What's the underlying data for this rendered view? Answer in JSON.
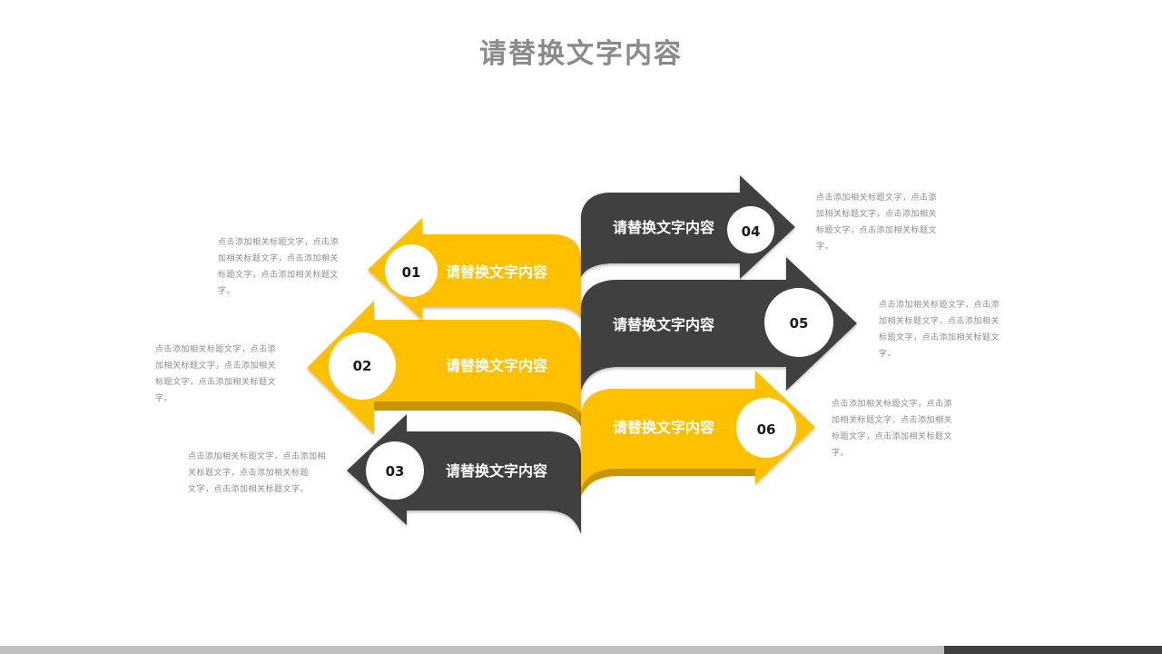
{
  "title": "请替换文字内容",
  "colors": {
    "yellow": "#ffc000",
    "yellow_dark": "#b8860b",
    "gray": "#3f3f3f",
    "gray_dark": "#1f1f1f",
    "text": "#8c8c8c"
  },
  "items": [
    {
      "number": "01",
      "label": "请替换文字内容",
      "color": "yellow",
      "direction": "left",
      "desc": "点击添加相关标题文字，点击添\n加相关标题文字，点击添加相关\n标题文字，点击添加相关标题文\n字。"
    },
    {
      "number": "02",
      "label": "请替换文字内容",
      "color": "yellow",
      "direction": "left",
      "desc": "点击添加相关标题文字，点击添\n加相关标题文字，点击添加相关\n标题文字，点击添加相关标题文\n字。"
    },
    {
      "number": "03",
      "label": "请替换文字内容",
      "color": "gray",
      "direction": "left",
      "desc": "点击添加相关标题文字，点击添加相\n关标题文字，点击添加相关标题\n文字，点击添加相关标题文字。"
    },
    {
      "number": "04",
      "label": "请替换文字内容",
      "color": "gray",
      "direction": "right",
      "desc": "点击添加相关标题文字，点击添\n加相关标题文字，点击添加相关\n标题文字，点击添加相关标题文\n字。"
    },
    {
      "number": "05",
      "label": "请替换文字内容",
      "color": "gray",
      "direction": "right",
      "desc": "点击添加相关标题文字，点击添\n加相关标题文字，点击添加相关\n标题文字，点击添加相关标题文\n字。"
    },
    {
      "number": "06",
      "label": "请替换文字内容",
      "color": "yellow",
      "direction": "right",
      "desc": "点击添加相关标题文字，点击添\n加相关标题文字，点击添加相关\n标题文字，点击添加相关标题文\n字。"
    }
  ]
}
